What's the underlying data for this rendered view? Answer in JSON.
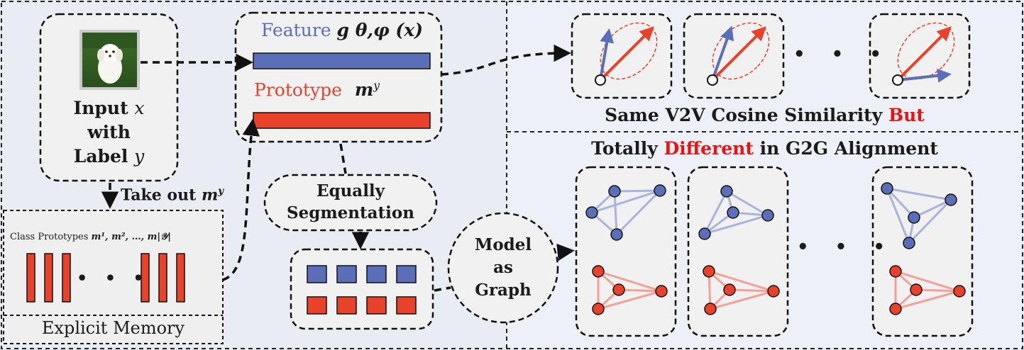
{
  "input_box": {
    "line1": "Input",
    "var_x": "x",
    "line2": "with",
    "line3": "Label",
    "var_y": "y"
  },
  "take_out": {
    "label": "Take out",
    "var": "m",
    "sup": "y"
  },
  "memory": {
    "title_prefix": "Class Prototypes",
    "title_formula": "m¹, m², …, m|𝒴|",
    "caption": "Explicit Memory",
    "ellipsis": "• • •"
  },
  "feature": {
    "label": "Feature",
    "formula": "g θ,φ (x)"
  },
  "prototype": {
    "label": "Prototype",
    "var": "m",
    "sup": "y"
  },
  "equally": {
    "line1": "Equally",
    "line2": "Segmentation"
  },
  "model_graph": {
    "line1": "Model",
    "line2": "as",
    "line3": "Graph"
  },
  "v2v": {
    "caption_prefix": "Same V2V Cosine Similarity",
    "caption_highlight": "But",
    "ellipsis": "• • •"
  },
  "g2g": {
    "title_prefix": "Totally",
    "title_highlight": "Different",
    "title_suffix": "in G2G Alignment",
    "ellipsis": "• • •"
  },
  "colors": {
    "background": "#e9ecf3",
    "feature_blue": "#5b6fb8",
    "prototype_red": "#e8432a",
    "highlight_red": "#e11111",
    "box_fill": "#f1f1f1",
    "graph_blue_edge": "#a9b4dc",
    "graph_red_edge": "#f1a196"
  },
  "icons": {
    "input_image": "dog-photo-icon"
  }
}
